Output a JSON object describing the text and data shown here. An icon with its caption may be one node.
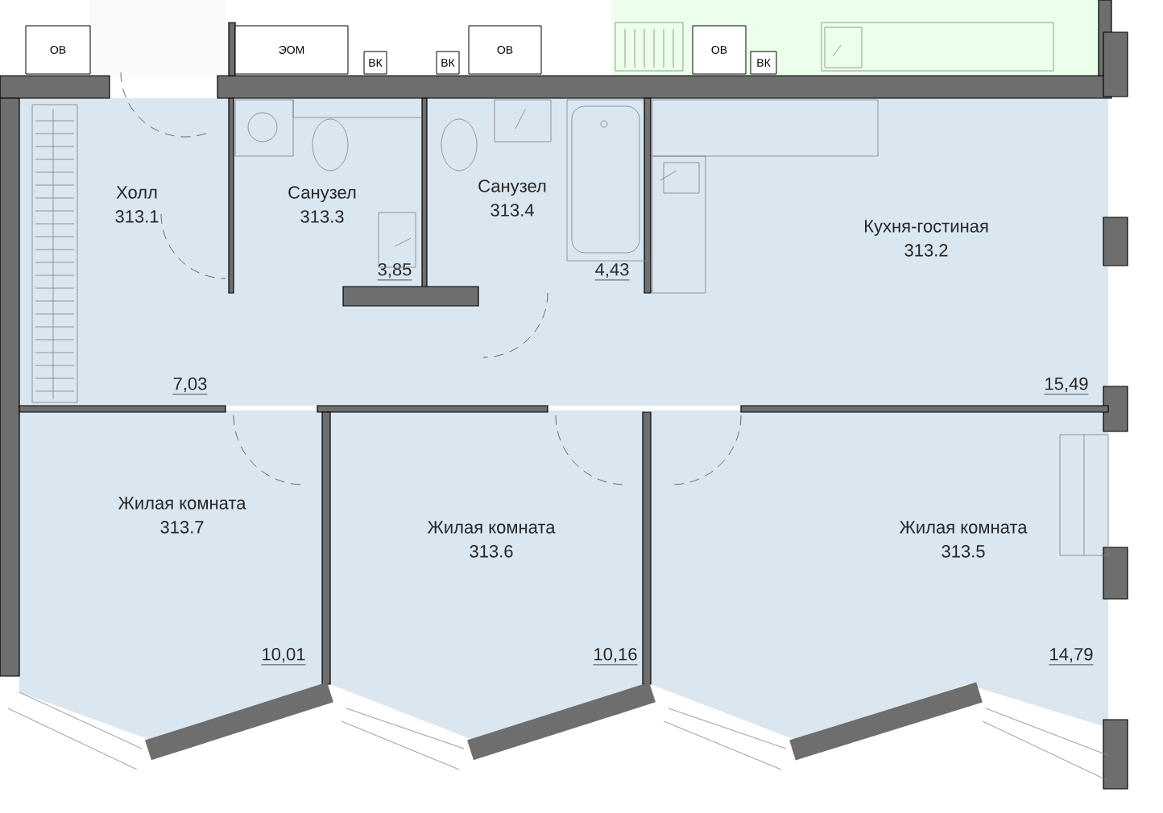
{
  "diagram": {
    "nodes": [
      {
        "text": [
          "Холл",
          "313.1",
          "7,03"
        ]
      },
      {
        "text": [
          "Санузел",
          "313.3",
          "3,85"
        ]
      },
      {
        "text": [
          "Санузел",
          "313.4",
          "4,43"
        ]
      },
      {
        "text": [
          "Кухня-гостиная",
          "313.2",
          "15,49"
        ]
      },
      {
        "text": [
          "Жилая комната",
          "313.7",
          "10,01"
        ]
      },
      {
        "text": [
          "Жилая комната",
          "313.6",
          "10,16"
        ]
      },
      {
        "text": [
          "Жилая комната",
          "313.5",
          "14,79"
        ]
      },
      {
        "text": [
          "ОВ"
        ]
      },
      {
        "text": [
          "ЭОМ"
        ]
      },
      {
        "text": [
          "ВК"
        ]
      },
      {
        "text": [
          "ВК"
        ]
      },
      {
        "text": [
          "ОВ"
        ]
      },
      {
        "text": [
          "ОВ"
        ]
      },
      {
        "text": [
          "ВК"
        ]
      }
    ]
  }
}
